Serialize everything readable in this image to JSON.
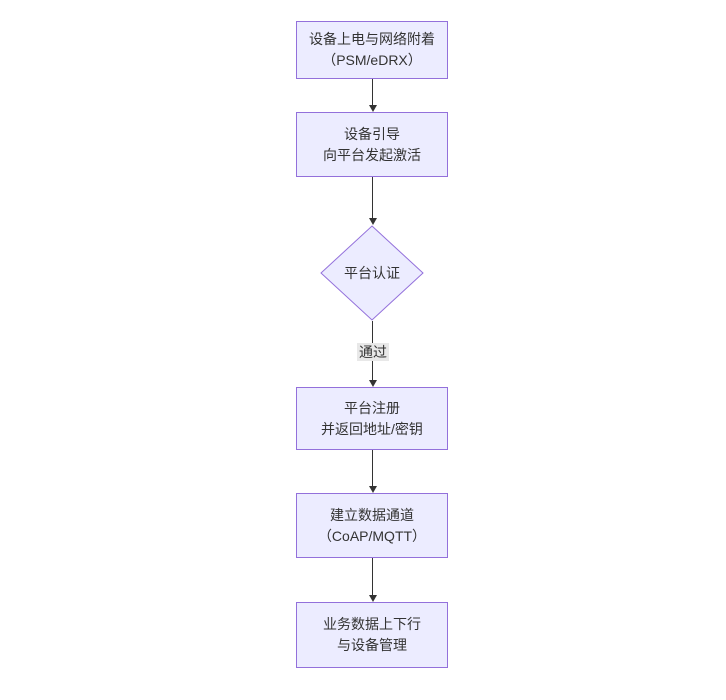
{
  "diagram": {
    "type": "flowchart",
    "direction": "top-down",
    "colors": {
      "background": "#ffffff",
      "node_fill": "#ECECFF",
      "node_border": "#9370DB",
      "edge_color": "#333333",
      "text_color": "#333333",
      "edge_label_bg": "#e8e8e8"
    },
    "nodes": [
      {
        "id": "n1",
        "shape": "rect",
        "line1": "设备上电与网络附着",
        "line2": "（PSM/eDRX）"
      },
      {
        "id": "n2",
        "shape": "rect",
        "line1": "设备引导",
        "line2": "向平台发起激活"
      },
      {
        "id": "n3",
        "shape": "diamond",
        "line1": "平台认证"
      },
      {
        "id": "n4",
        "shape": "rect",
        "line1": "平台注册",
        "line2": "并返回地址/密钥"
      },
      {
        "id": "n5",
        "shape": "rect",
        "line1": "建立数据通道",
        "line2": "（CoAP/MQTT）"
      },
      {
        "id": "n6",
        "shape": "rect",
        "line1": "业务数据上下行",
        "line2": "与设备管理"
      }
    ],
    "edges": [
      {
        "from": "n1",
        "to": "n2",
        "label": ""
      },
      {
        "from": "n2",
        "to": "n3",
        "label": ""
      },
      {
        "from": "n3",
        "to": "n4",
        "label": "通过"
      },
      {
        "from": "n4",
        "to": "n5",
        "label": ""
      },
      {
        "from": "n5",
        "to": "n6",
        "label": ""
      }
    ],
    "edge_label_pass": "通过"
  }
}
